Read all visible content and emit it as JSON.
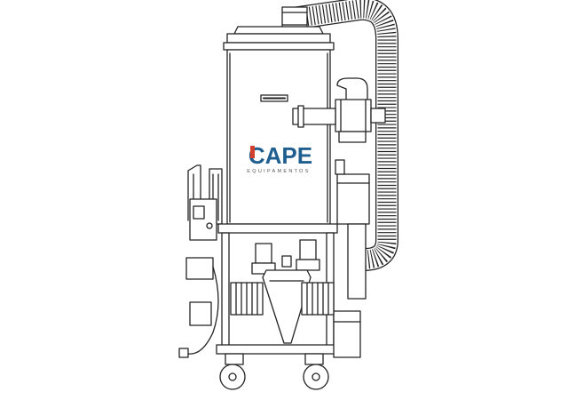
{
  "logo": {
    "wordmark": "CAPE",
    "tagline": "EQUIPAMENTOS",
    "colors": {
      "red": "#d2402c",
      "blue": "#1f5f8f"
    }
  },
  "drawing": {
    "style": "black line art on white background",
    "line_color": "#222222",
    "background": "#ffffff"
  }
}
